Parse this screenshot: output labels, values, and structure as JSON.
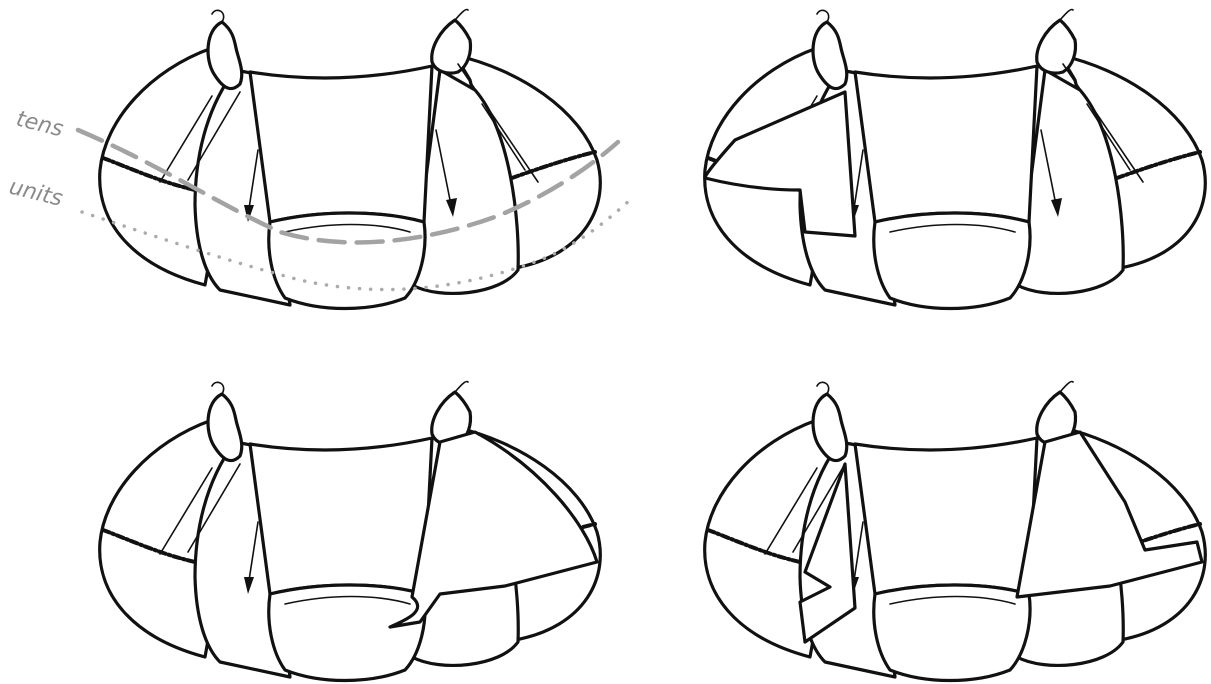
{
  "labels": {
    "tens": "tens",
    "units": "units"
  },
  "panels": [
    {
      "id": "intact",
      "state": "all segments closed"
    },
    {
      "id": "units-open",
      "state": "lower segments hinged open"
    },
    {
      "id": "tens-open",
      "state": "outer segments hinged open"
    },
    {
      "id": "both-open",
      "state": "outer and lower segments hinged open"
    }
  ],
  "colors": {
    "stroke": "#111111",
    "guide": "#a3a3a3",
    "label": "#8a8a8a",
    "background": "#ffffff"
  }
}
